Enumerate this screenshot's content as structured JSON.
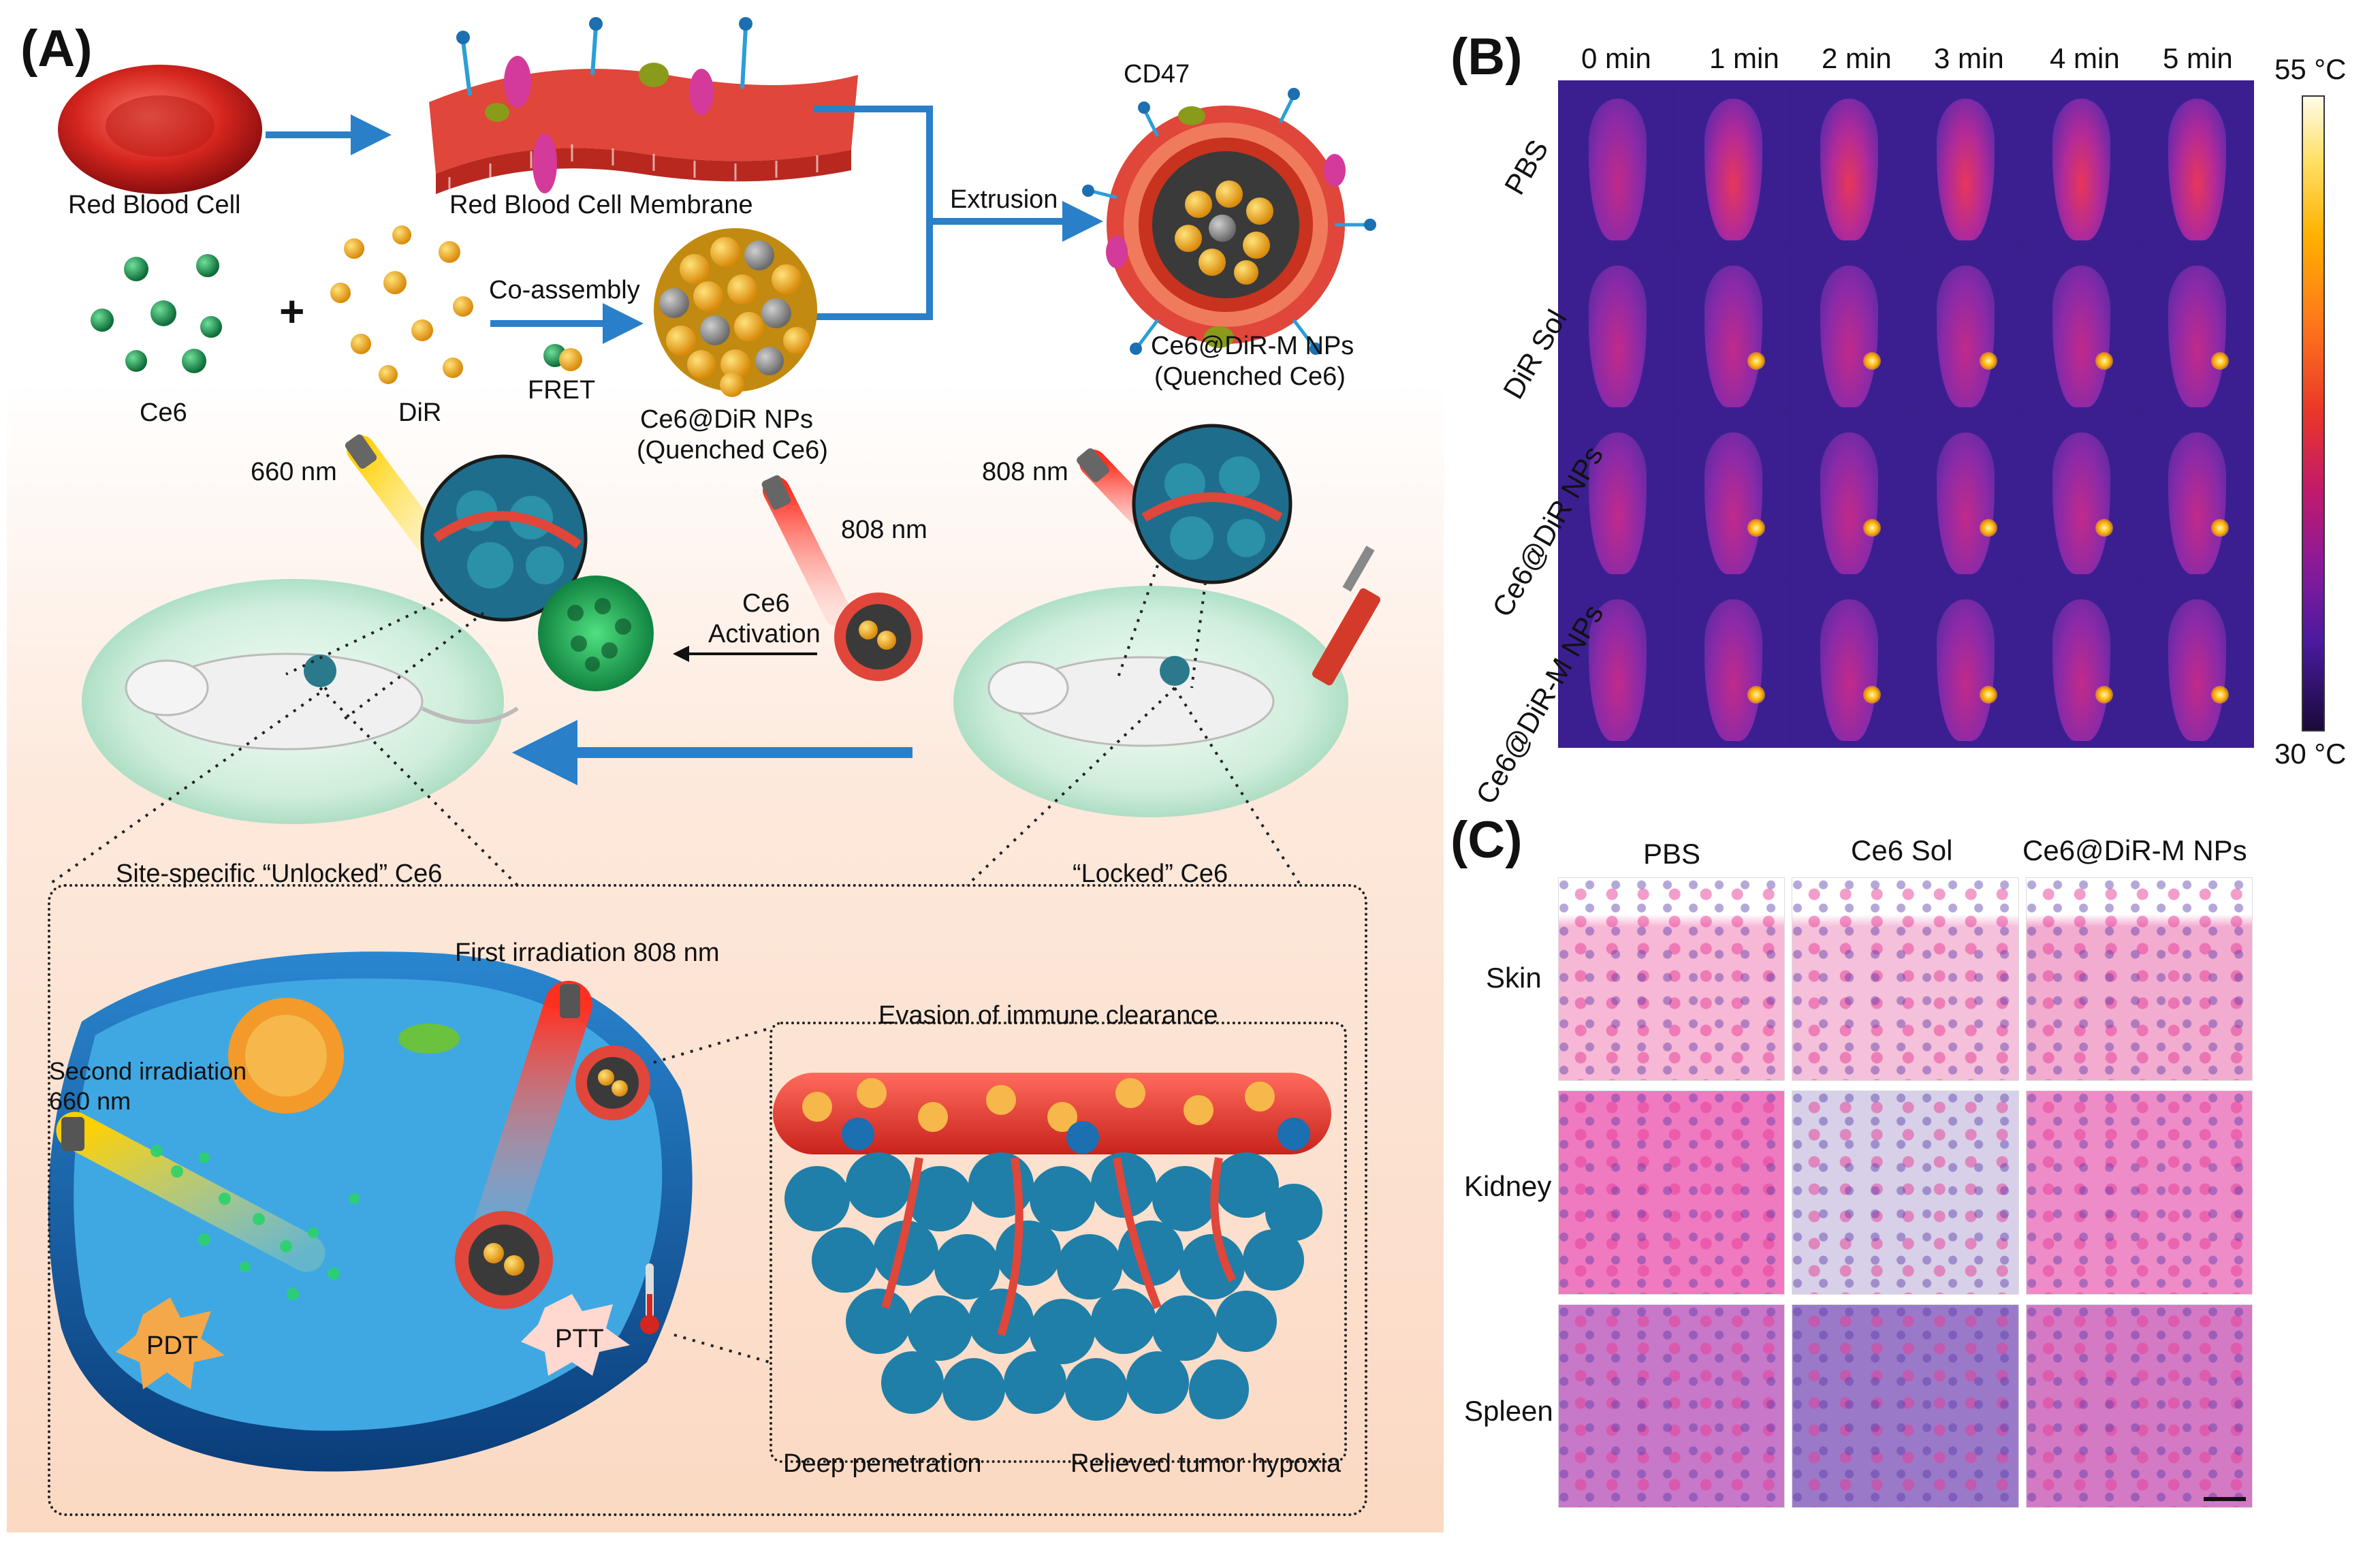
{
  "panel_a": {
    "letter": "(A)",
    "red_blood_cell": "Red Blood Cell",
    "rbc_membrane": "Red Blood Cell Membrane",
    "ce6": "Ce6",
    "plus": "+",
    "dir": "DiR",
    "co_assembly": "Co-assembly",
    "fret": "FRET",
    "ce6_dir_nps": "Ce6@DiR NPs",
    "quenched_1": "(Quenched Ce6)",
    "extrusion": "Extrusion",
    "cd47": "CD47",
    "ce6_dir_m_nps": "Ce6@DiR-M NPs",
    "quenched_2": "(Quenched Ce6)",
    "laser_660": "660 nm",
    "laser_808_mid": "808 nm",
    "laser_808_right": "808 nm",
    "ce6_word": "Ce6",
    "activation": "Activation",
    "unlocked": "Site-specific “Unlocked” Ce6",
    "locked": "“Locked” Ce6",
    "first_irradiation": "First irradiation 808 nm",
    "second_irradiation_1": "Second irradiation",
    "second_irradiation_2": "660 nm",
    "pdt": "PDT",
    "ptt": "PTT",
    "evasion": "Evasion of immune clearance",
    "deep_penetration": "Deep penetration",
    "relieved_hypoxia": "Relieved tumor hypoxia"
  },
  "panel_b": {
    "letter": "(B)",
    "times": [
      "0 min",
      "1 min",
      "2 min",
      "3 min",
      "4 min",
      "5 min"
    ],
    "groups": [
      "PBS",
      "DiR Sol",
      "Ce6@DiR NPs",
      "Ce6@DiR-M NPs"
    ],
    "colorbar_max": "55 °C",
    "colorbar_min": "30 °C",
    "hotspot_visible": [
      [
        false,
        false,
        false,
        false,
        false,
        false
      ],
      [
        false,
        true,
        true,
        true,
        true,
        true
      ],
      [
        false,
        true,
        true,
        true,
        true,
        true
      ],
      [
        false,
        true,
        true,
        true,
        true,
        true
      ]
    ]
  },
  "panel_c": {
    "letter": "(C)",
    "columns": [
      "PBS",
      "Ce6 Sol",
      "Ce6@DiR-M NPs"
    ],
    "rows": [
      "Skin",
      "Kidney",
      "Spleen"
    ]
  },
  "colors": {
    "membrane_red": "#e0463a",
    "arrow_blue": "#2a7fc9",
    "ce6_green": "#1a8a4a",
    "dir_yellow": "#f3b21c",
    "thermal_bg": "#3a1e8c",
    "he_pink": "#e85aa8",
    "he_purple": "#6a4fb0"
  }
}
